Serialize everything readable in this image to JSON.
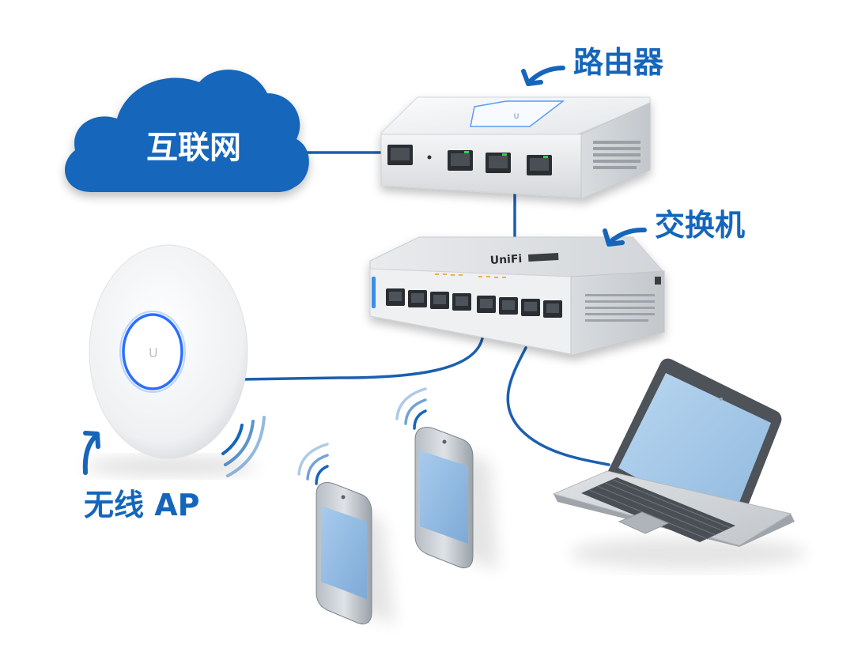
{
  "labels": {
    "internet": "互联网",
    "router": "路由器",
    "switch": "交换机",
    "wireless_ap": "无线 AP"
  },
  "colors": {
    "accent": "#1566bb",
    "cable": "#1b5fb0",
    "cloud": "#1566bb",
    "device_silver": "#e6e8ea",
    "ap_ring": "#2b6fff",
    "phone_screen": "#9fc3e6",
    "laptop_screen": "#a9cbe9"
  },
  "icons": {
    "arrow_router": "curved-arrow-icon",
    "arrow_switch": "curved-arrow-icon",
    "arrow_ap": "curved-arrow-icon",
    "wifi_ap": "wifi-waves-icon",
    "wifi_phone": "wifi-waves-icon"
  }
}
